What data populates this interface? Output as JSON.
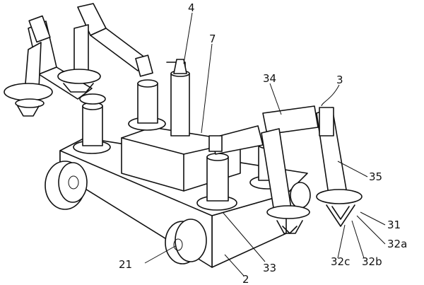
{
  "figure": {
    "labels": {
      "l4": "4",
      "l7": "7",
      "l34": "34",
      "l3": "3",
      "l35": "35",
      "l31": "31",
      "l32a": "32a",
      "l32b": "32b",
      "l32c": "32c",
      "l33": "33",
      "l2": "2",
      "l21": "21"
    }
  }
}
